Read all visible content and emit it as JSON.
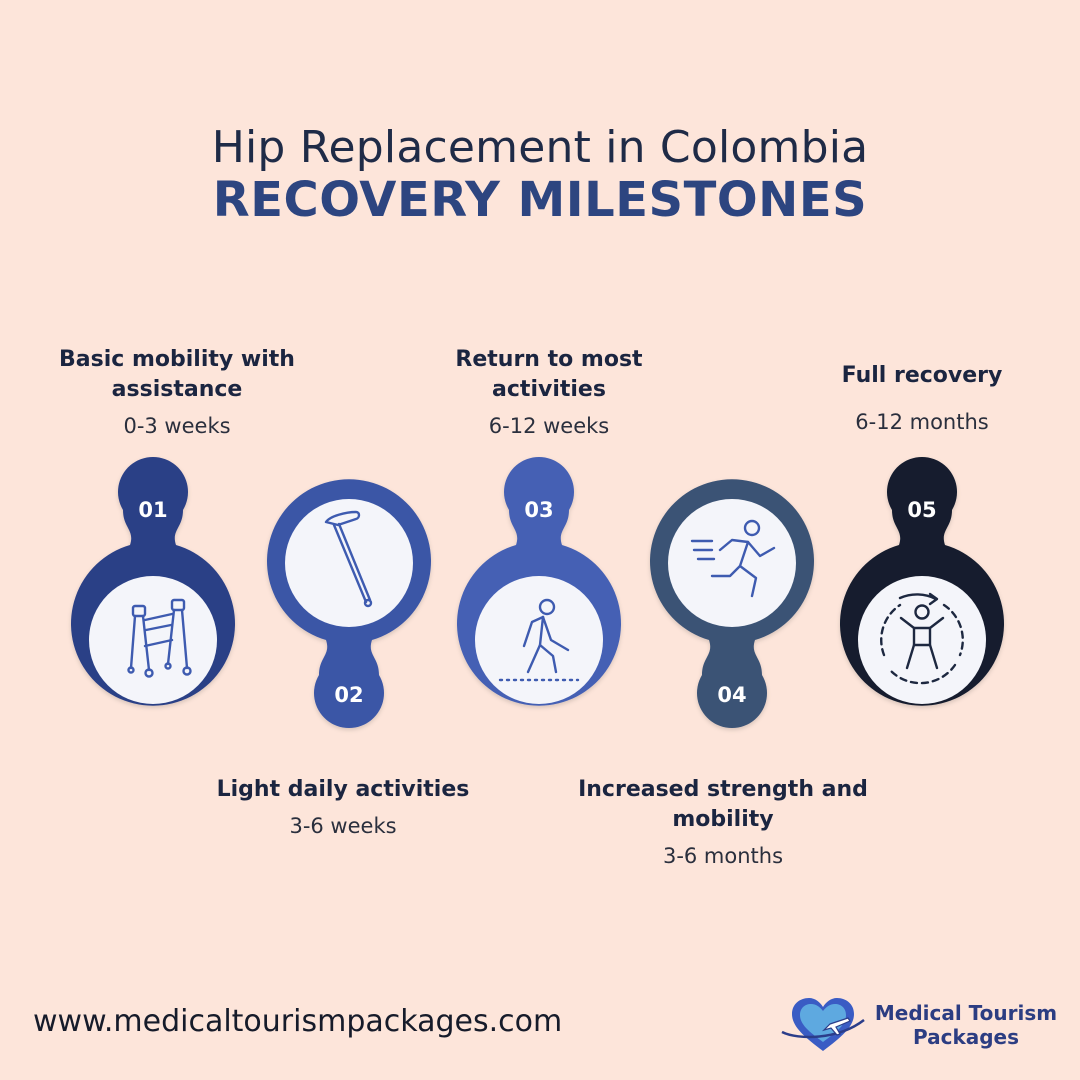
{
  "header": {
    "title": "Hip Replacement in Colombia",
    "subtitle": "RECOVERY MILESTONES"
  },
  "milestones": [
    {
      "number": "01",
      "heading": "Basic mobility with assistance",
      "duration": "0-3 weeks",
      "icon": "walker-icon",
      "color": "#2a3f86"
    },
    {
      "number": "02",
      "heading": "Light daily activities",
      "duration": "3-6 weeks",
      "icon": "cane-icon",
      "color": "#3a56a6"
    },
    {
      "number": "03",
      "heading": "Return to most activities",
      "duration": "6-12 weeks",
      "icon": "walking-person-icon",
      "color": "#4561b4"
    },
    {
      "number": "04",
      "heading": "Increased strength and mobility",
      "duration": "3-6 months",
      "icon": "running-person-icon",
      "color": "#3a5275"
    },
    {
      "number": "05",
      "heading": "Full recovery",
      "duration": "6-12 months",
      "icon": "recovery-person-icon",
      "color": "#121c2e"
    }
  ],
  "footer": {
    "website": "www.medicaltourismpackages.com",
    "logo_line1": "Medical Tourism",
    "logo_line2": "Packages"
  }
}
